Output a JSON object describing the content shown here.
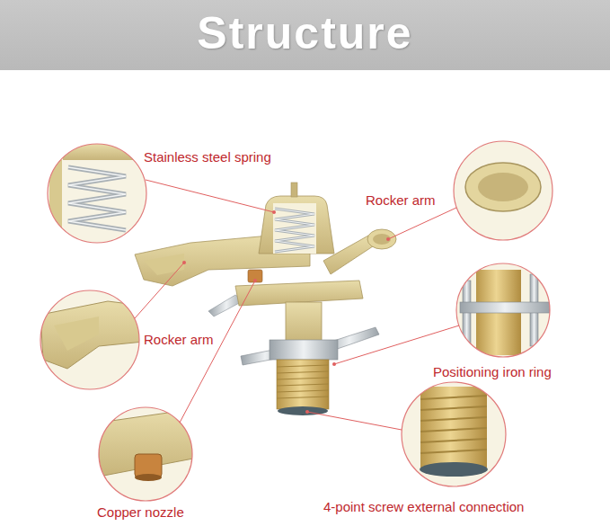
{
  "diagram": {
    "title": "Structure",
    "labels": [
      "Stainless steel spring",
      "Rocker arm",
      "Rocker arm",
      "Positioning iron ring",
      "Copper nozzle",
      "4-point screw external connection"
    ]
  }
}
